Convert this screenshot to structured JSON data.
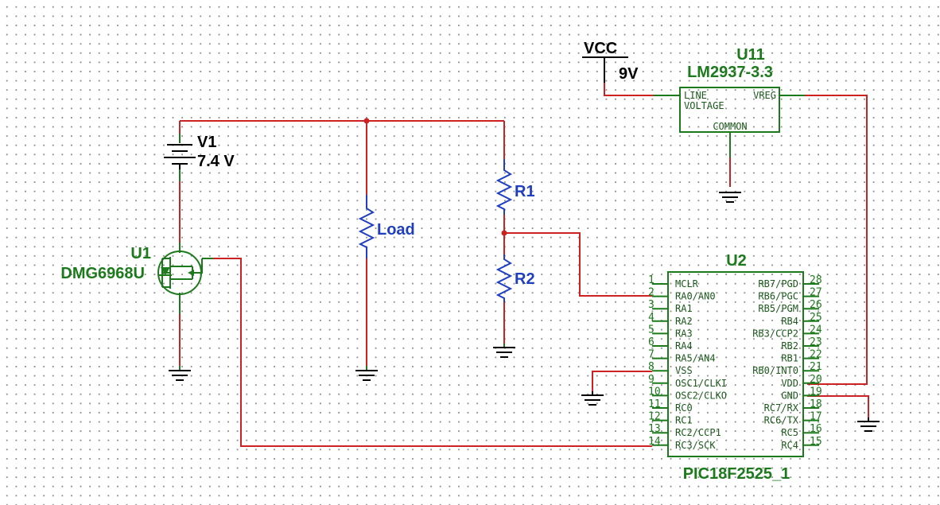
{
  "components": {
    "v1": {
      "ref": "V1",
      "value": "7.4 V"
    },
    "u1": {
      "ref": "U1",
      "part": "DMG6968U"
    },
    "load": {
      "ref": "Load"
    },
    "r1": {
      "ref": "R1"
    },
    "r2": {
      "ref": "R2"
    },
    "vcc": {
      "ref": "VCC",
      "value": "9V"
    },
    "u11": {
      "ref": "U11",
      "part": "LM2937-3.3",
      "pin_line": "LINE",
      "pin_voltage": "VOLTAGE",
      "pin_vreg": "VREG",
      "pin_common": "COMMON"
    },
    "u2": {
      "ref": "U2",
      "part": "PIC18F2525_1"
    }
  },
  "pic_pins_left": [
    {
      "num": "1",
      "name": "MCLR"
    },
    {
      "num": "2",
      "name": "RA0/AN0"
    },
    {
      "num": "3",
      "name": "RA1"
    },
    {
      "num": "4",
      "name": "RA2"
    },
    {
      "num": "5",
      "name": "RA3"
    },
    {
      "num": "6",
      "name": "RA4"
    },
    {
      "num": "7",
      "name": "RA5/AN4"
    },
    {
      "num": "8",
      "name": "VSS"
    },
    {
      "num": "9",
      "name": "OSC1/CLKI"
    },
    {
      "num": "10",
      "name": "OSC2/CLKO"
    },
    {
      "num": "11",
      "name": "RC0"
    },
    {
      "num": "12",
      "name": "RC1"
    },
    {
      "num": "13",
      "name": "RC2/CCP1"
    },
    {
      "num": "14",
      "name": "RC3/SCK"
    }
  ],
  "pic_pins_right": [
    {
      "num": "28",
      "name": "RB7/PGD"
    },
    {
      "num": "27",
      "name": "RB6/PGC"
    },
    {
      "num": "26",
      "name": "RB5/PGM"
    },
    {
      "num": "25",
      "name": "RB4"
    },
    {
      "num": "24",
      "name": "RB3/CCP2"
    },
    {
      "num": "23",
      "name": "RB2"
    },
    {
      "num": "22",
      "name": "RB1"
    },
    {
      "num": "21",
      "name": "RB0/INT0"
    },
    {
      "num": "20",
      "name": "VDD"
    },
    {
      "num": "19",
      "name": "GND"
    },
    {
      "num": "18",
      "name": "RC7/RX"
    },
    {
      "num": "17",
      "name": "RC6/TX"
    },
    {
      "num": "16",
      "name": "RC5"
    },
    {
      "num": "15",
      "name": "RC4"
    }
  ],
  "colors": {
    "wire": "#cc2222",
    "symbol": "#1c7a1c",
    "resistor": "#1f3fbf",
    "power": "#000000"
  }
}
